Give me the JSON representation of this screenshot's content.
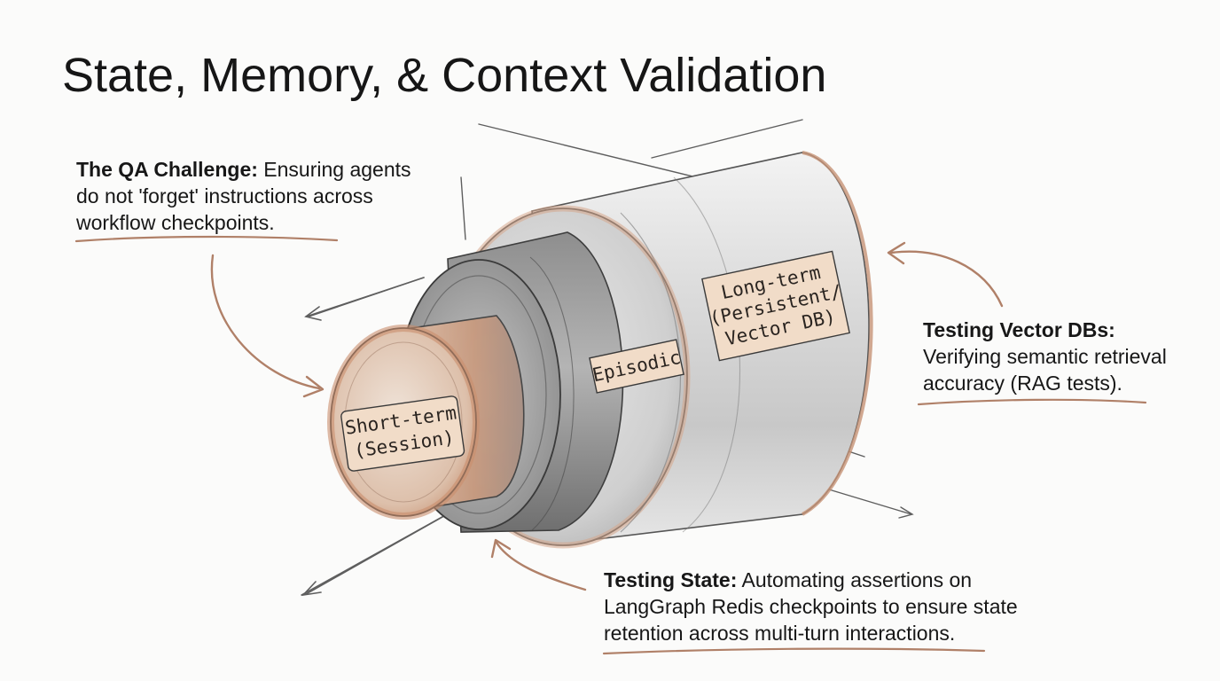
{
  "title": "State, Memory, & Context Validation",
  "diagram": {
    "layers": [
      {
        "id": "long_term",
        "lines": [
          "Long-term",
          "(Persistent/",
          "Vector DB)"
        ]
      },
      {
        "id": "episodic",
        "lines": [
          "Episodic"
        ]
      },
      {
        "id": "short_term",
        "lines": [
          "Short-term",
          "(Session)"
        ]
      }
    ],
    "colors": {
      "accent_line": "#b08068",
      "label_fill": "#f1dcc8",
      "outer_rim": "#d6a58a",
      "inner_core": "#d9a88c",
      "ink": "#4a4a4a"
    }
  },
  "notes": {
    "qa": {
      "heading": "The QA Challenge:",
      "text": "Ensuring agents do not 'forget' instructions across workflow checkpoints."
    },
    "vector": {
      "heading": "Testing Vector DBs:",
      "text": "Verifying semantic retrieval accuracy (RAG tests)."
    },
    "state": {
      "heading": "Testing State:",
      "text": "Automating assertions on LangGraph Redis checkpoints to ensure state retention across multi-turn interactions."
    }
  }
}
